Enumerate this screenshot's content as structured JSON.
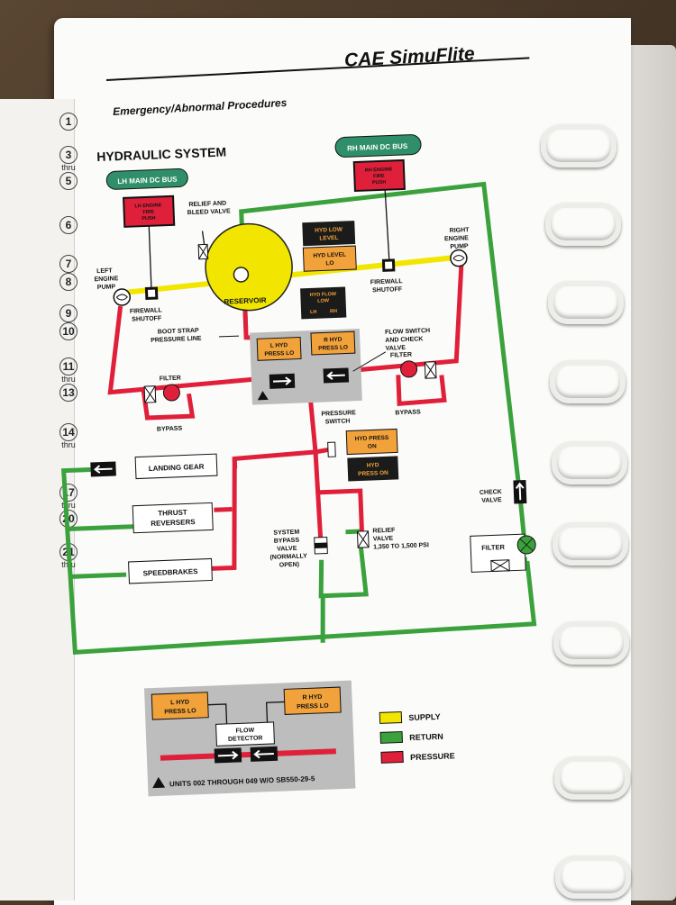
{
  "header": {
    "brand": "CAE SimuFlite",
    "section": "Emergency/Abnormal Procedures"
  },
  "tabs": [
    {
      "n": "1"
    },
    {
      "n": "3",
      "sub": "thru",
      "n2": "5"
    },
    {
      "n": "6"
    },
    {
      "n": "7",
      "n2": "8"
    },
    {
      "n": "9",
      "n2": "10"
    },
    {
      "n": "11",
      "sub": "thru",
      "n2": "13"
    },
    {
      "n": "14",
      "sub": "thru"
    },
    {
      "n": "17",
      "sub": "thru",
      "n2": "20"
    },
    {
      "n": "21",
      "sub": "thru"
    }
  ],
  "diagram": {
    "title": "HYDRAULIC SYSTEM",
    "lh_bus": "LH MAIN DC BUS",
    "rh_bus": "RH MAIN DC BUS",
    "lh_fire_1": "LH ENGINE",
    "lh_fire_2": "FIRE",
    "lh_fire_3": "PUSH",
    "rh_fire_1": "RH ENGINE",
    "rh_fire_2": "FIRE",
    "rh_fire_3": "PUSH",
    "relief_bleed_1": "RELIEF AND",
    "relief_bleed_2": "BLEED VALVE",
    "hyd_low_level_1": "HYD LOW",
    "hyd_low_level_2": "LEVEL",
    "hyd_level_lo_1": "HYD LEVEL",
    "hyd_level_lo_2": "LO",
    "hyd_flow_low_1": "HYD FLOW",
    "hyd_flow_low_2": "LOW",
    "lh": "LH",
    "rh": "RH",
    "reservoir": "RESERVOIR",
    "left_pump_1": "LEFT",
    "left_pump_2": "ENGINE",
    "left_pump_3": "PUMP",
    "right_pump_1": "RIGHT",
    "right_pump_2": "ENGINE",
    "right_pump_3": "PUMP",
    "fw_left_1": "FIREWALL",
    "fw_left_2": "SHUTOFF",
    "fw_right_1": "FIREWALL",
    "fw_right_2": "SHUTOFF",
    "bootstrap_1": "BOOT STRAP",
    "bootstrap_2": "PRESSURE LINE",
    "l_hyd_press_1": "L HYD",
    "l_hyd_press_2": "PRESS LO",
    "r_hyd_press_1": "R HYD",
    "r_hyd_press_2": "PRESS LO",
    "flow_switch_1": "FLOW SWITCH",
    "flow_switch_2": "AND CHECK",
    "flow_switch_3": "VALVE",
    "filter_left": "FILTER",
    "filter_right": "FILTER",
    "filter_return": "FILTER",
    "bypass_left": "BYPASS",
    "bypass_right": "BYPASS",
    "press_switch_1": "PRESSURE",
    "press_switch_2": "SWITCH",
    "hyd_press_on_a_1": "HYD PRESS",
    "hyd_press_on_a_2": "ON",
    "hyd_press_on_b_1": "HYD",
    "hyd_press_on_b_2": "PRESS ON",
    "landing_gear": "LANDING GEAR",
    "thrust_rev_1": "THRUST",
    "thrust_rev_2": "REVERSERS",
    "speedbrakes": "SPEEDBRAKES",
    "sys_bypass_1": "SYSTEM",
    "sys_bypass_2": "BYPASS",
    "sys_bypass_3": "VALVE",
    "sys_bypass_4": "(NORMALLY",
    "sys_bypass_5": "OPEN)",
    "relief_valve_1": "RELIEF",
    "relief_valve_2": "VALVE",
    "relief_valve_3": "1,350 TO 1,500 PSI",
    "check_valve_1": "CHECK",
    "check_valve_2": "VALVE"
  },
  "inset": {
    "l_hyd_1": "L HYD",
    "l_hyd_2": "PRESS LO",
    "r_hyd_1": "R HYD",
    "r_hyd_2": "PRESS LO",
    "flow_detector_1": "FLOW",
    "flow_detector_2": "DETECTOR",
    "note": "UNITS 002 THROUGH 049 W/O SB550-29-5"
  },
  "legend": {
    "supply": "SUPPLY",
    "return": "RETURN",
    "pressure": "PRESSURE",
    "supply_color": "#f2e600",
    "return_color": "#3aa13c",
    "pressure_color": "#e0203a"
  },
  "colors": {
    "annunciator_amber": "#f2a23a",
    "annunciator_black": "#1b1b1b",
    "fire_red": "#e0203a",
    "bus_green": "#2f8f6a"
  }
}
